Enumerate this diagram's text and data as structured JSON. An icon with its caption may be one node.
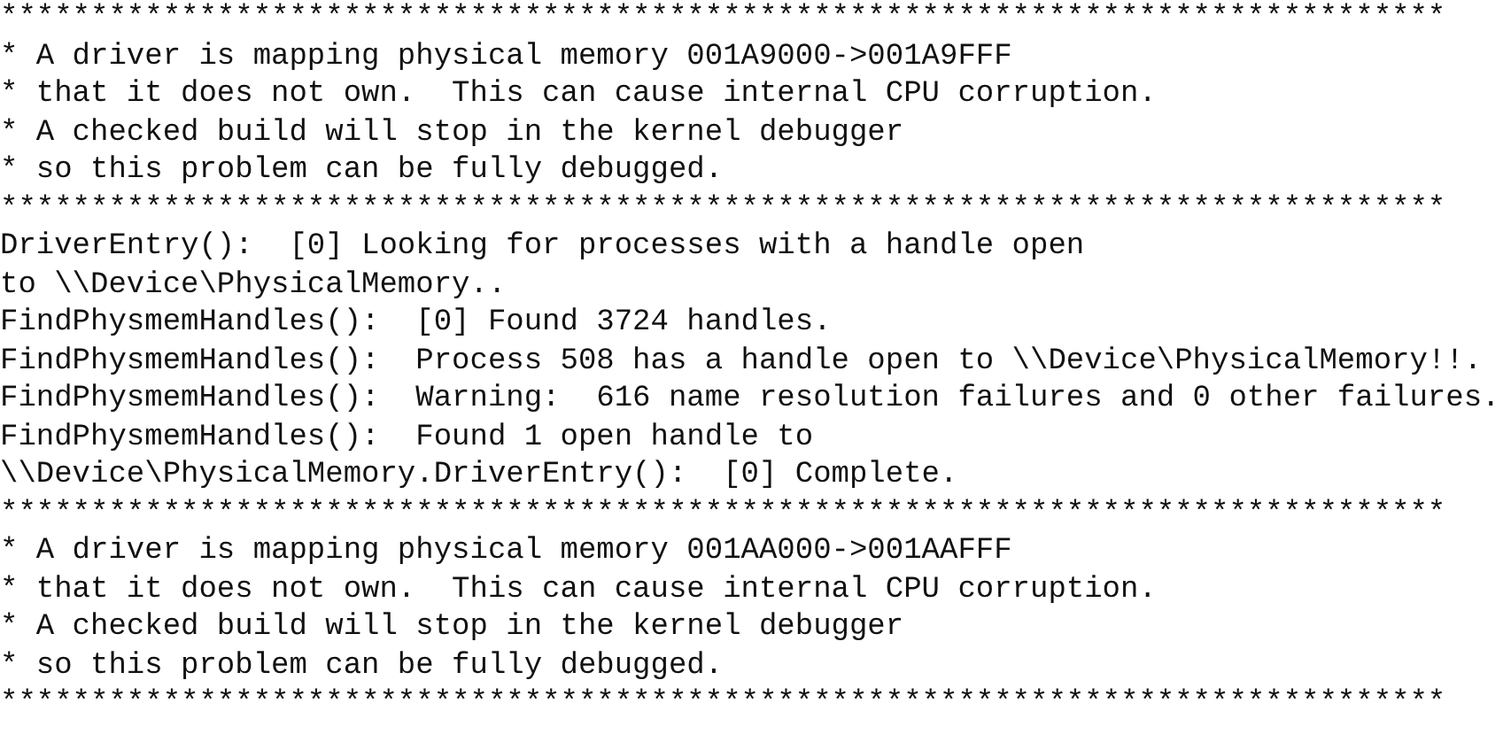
{
  "diagram": {
    "labels": [
      "********************************************************************************",
      "* A driver is mapping physical memory 001A9000->001A9FFF",
      "* that it does not own.  This can cause internal CPU corruption.",
      "* A checked build will stop in the kernel debugger",
      "* so this problem can be fully debugged.",
      "********************************************************************************",
      "DriverEntry():  [0] Looking for processes with a handle open",
      "to \\\\Device\\PhysicalMemory..",
      "FindPhysmemHandles():  [0] Found 3724 handles.",
      "FindPhysmemHandles():  Process 508 has a handle open to \\\\Device\\PhysicalMemory!!.",
      "FindPhysmemHandles():  Warning:  616 name resolution failures and 0 other failures.",
      "FindPhysmemHandles():  Found 1 open handle to",
      "\\\\Device\\PhysicalMemory.DriverEntry():  [0] Complete.",
      "********************************************************************************",
      "* A driver is mapping physical memory 001AA000->001AAFFF",
      "* that it does not own.  This can cause internal CPU corruption.",
      "* A checked build will stop in the kernel debugger",
      "* so this problem can be fully debugged.",
      "********************************************************************************"
    ]
  }
}
